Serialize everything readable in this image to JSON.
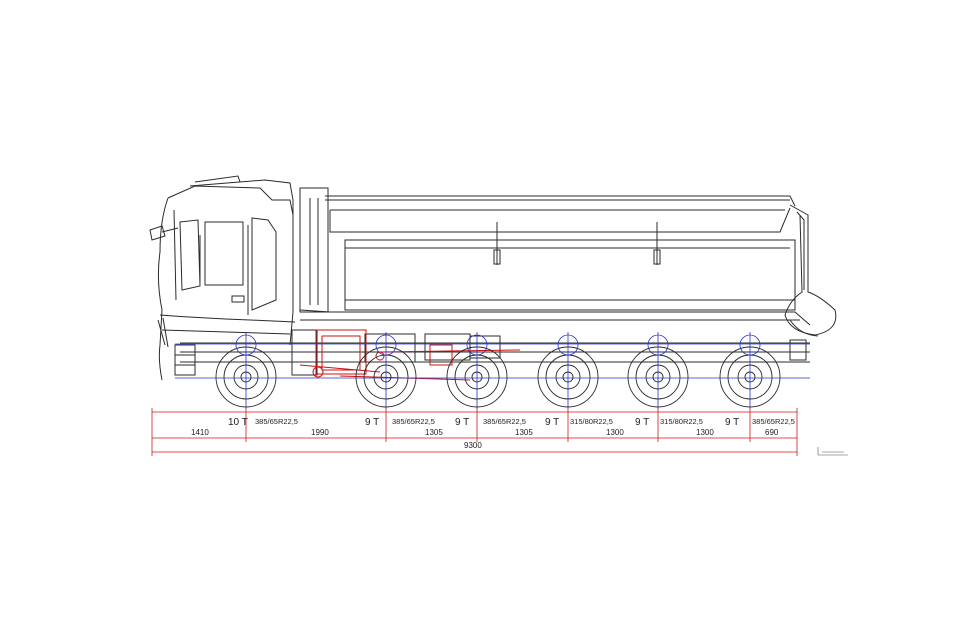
{
  "drawing": {
    "axle_loads": [
      "10 T",
      "9 T",
      "9 T",
      "9 T",
      "9 T",
      "9 T"
    ],
    "tyres": [
      "385/65R22,5",
      "385/65R22,5",
      "385/65R22,5",
      "315/80R22,5",
      "315/80R22,5",
      "385/65R22,5"
    ],
    "spacings": [
      "1410",
      "1990",
      "1305",
      "1305",
      "1300",
      "1300",
      "690"
    ],
    "total_length": "9300",
    "colors": {
      "outline": "#2b2b2b",
      "dimension": "#d01818",
      "centerline": "#2233cc",
      "hydraulics": "#cc1111"
    }
  }
}
